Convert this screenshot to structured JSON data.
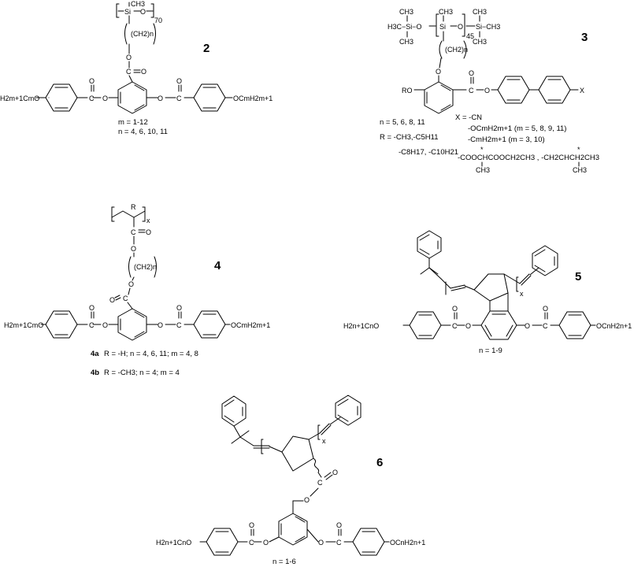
{
  "colors": {
    "ink": "#000000",
    "background": "#ffffff"
  },
  "compounds": {
    "c2": {
      "number": "2",
      "backbone_si": "Si",
      "backbone_ch3": "CH3",
      "backbone_o": "O",
      "repeat": "70",
      "spacer": "(CH2)n",
      "carbonyl_c": "C",
      "carbonyl_o": "O",
      "ether_o": "O",
      "left_end": "H2m+1CmO",
      "right_end": "OCmH2m+1",
      "cond_m": "m = 1-12",
      "cond_n": "n = 4, 6, 10, 11"
    },
    "c3": {
      "number": "3",
      "left_end_group": "H3C−Si−O",
      "ch3_top": "CH3",
      "ch3_bottom": "CH3",
      "repeat": "45",
      "right_end_group": "Si−CH3",
      "spacer": "(CH2)n",
      "ro": "RO",
      "x": "X",
      "cond_n": "n = 5, 6, 8, 11",
      "cond_r1": "R = -CH3,-C5H11",
      "cond_r2": "-C8H17, -C10H21",
      "cond_x1": "X = -CN",
      "cond_x2": "-OCmH2m+1 (m = 5, 8, 9, 11)",
      "cond_x3": "-CmH2m+1 (m = 3, 10)",
      "cond_x4": "-COOCHCOOCH2CH3 ,  -CH2CHCH2CH3",
      "cond_x4_ch3a": "CH3",
      "cond_x4_ch3b": "CH3",
      "star": "*"
    },
    "c4": {
      "number": "4",
      "r": "R",
      "x_sub": "x",
      "spacer": "(CH2)n",
      "left_end": "H2m+1CmO",
      "right_end": "OCmH2m+1",
      "cond_4a_label": "4a",
      "cond_4a": "R = -H; n = 4, 6, 11; m = 4, 8",
      "cond_4b_label": "4b",
      "cond_4b": "R = -CH3; n = 4; m = 4"
    },
    "c5": {
      "number": "5",
      "x_sub": "x",
      "left_end": "H2n+1CnO",
      "right_end": "OCnH2n+1",
      "cond_n": "n = 1-9"
    },
    "c6": {
      "number": "6",
      "x_sub": "x",
      "left_end": "H2n+1CnO",
      "right_end": "OCnH2n+1",
      "cond_n": "n = 1-6"
    }
  }
}
